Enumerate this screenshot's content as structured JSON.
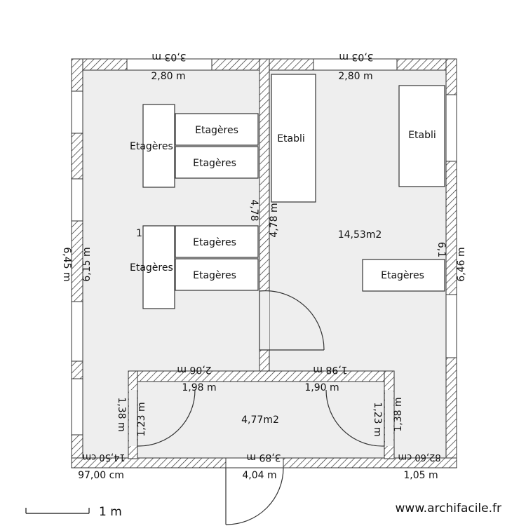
{
  "rooms": {
    "right_area": "14,53m2",
    "bottom_area": "4,77m2",
    "left_partial": "1"
  },
  "furniture": {
    "left_top_vertical": "Etagères",
    "left_top_h1": "Etagères",
    "left_top_h2": "Etagères",
    "left_bottom_vertical": "Etagères",
    "left_bottom_h1": "Etagères",
    "left_bottom_h2": "Etagères",
    "etabli_1": "Etabli",
    "etabli_2": "Etabli",
    "right_shelf": "Etagères"
  },
  "dimensions": {
    "top_left_outer": "3,03 m",
    "top_right_outer": "3,03 m",
    "top_left_inner": "2,80 m",
    "top_right_inner": "2,80 m",
    "left_outer": "6,45 m",
    "left_inner": "6,15 m",
    "partition_left": "4,78",
    "partition_right": "4,78 m",
    "right_inner": "6,1",
    "right_outer": "6,46 m",
    "mid_left_flipped": "2,06 m",
    "mid_right_flipped": "1,98 m",
    "hall_top_left": "1,98 m",
    "hall_top_right": "1,90 m",
    "hall_left_outer": "1,38 m",
    "hall_left_inner": "1,23 m",
    "hall_right_inner": "1,23 m",
    "hall_right_outer": "1,38 m",
    "bottom_left_small": "14,50 cm",
    "bottom_right_small": "82,60 cm",
    "hall_bottom_flipped": "3,89 m",
    "bottom_center": "4,04 m",
    "bottom_left": "97,00 cm",
    "bottom_right": "1,05 m"
  },
  "scale": {
    "label": "1 m"
  },
  "watermark": "www.archifacile.fr"
}
